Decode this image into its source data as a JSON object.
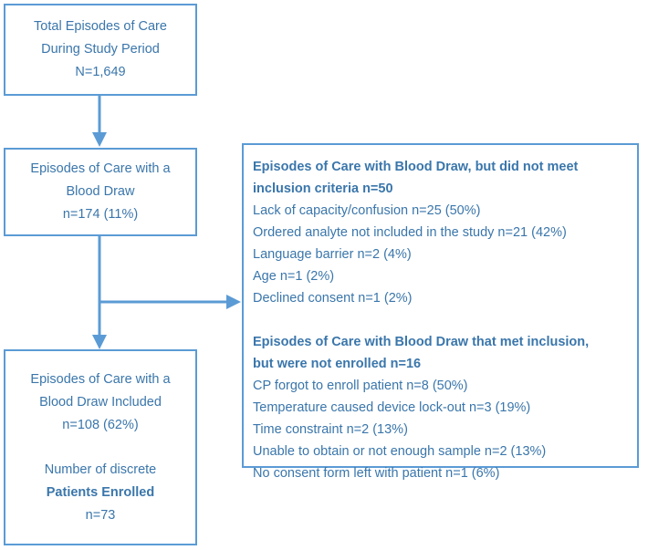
{
  "figure": {
    "type": "flowchart",
    "accent_color": "#5b9bd5",
    "text_color": "#3a76ab",
    "background": "#ffffff"
  },
  "nodes": {
    "total_episodes": {
      "lines": [
        {
          "text": "Total Episodes of Care",
          "bold_part": "Episodes of Care"
        },
        {
          "text": "During Study Period"
        },
        {
          "text": "N=1,649"
        }
      ],
      "l1_plain": "Total ",
      "l1_bold": "Episodes of Care",
      "l2": "During Study Period",
      "l3": "N=1,649"
    },
    "blood_draw": {
      "l1_bold": "Episodes of Care",
      "l1_plain": " with a",
      "l2": "Blood Draw",
      "l3": "n=174 (11%)"
    },
    "included": {
      "l1_bold": "Episodes of Care",
      "l1_plain": " with a",
      "l2": "Blood Draw Included",
      "l3": "n=108 (62%)",
      "l4": "Number of discrete",
      "l5_bold": "Patients Enrolled",
      "l6": "n=73"
    },
    "excluded": {
      "group_a": {
        "heading_line1": "Episodes of Care with Blood Draw, but did not meet",
        "heading_line2": "inclusion criteria n=50",
        "items": [
          "Lack of capacity/confusion n=25 (50%)",
          "Ordered analyte not included in the study n=21 (42%)",
          "Language barrier n=2 (4%)",
          "Age n=1 (2%)",
          "Declined consent n=1 (2%)"
        ]
      },
      "group_b": {
        "heading_line1": "Episodes of Care with Blood Draw that met inclusion,",
        "heading_line2": "but were not enrolled n=16",
        "items": [
          "CP forgot to enroll patient n=8 (50%)",
          "Temperature caused device lock-out n=3 (19%)",
          "Time constraint n=2 (13%)",
          "Unable to obtain or not enough sample n=2 (13%)",
          "No consent form left with patient n=1 (6%)"
        ]
      }
    }
  },
  "connectors": [
    {
      "name": "total-to-blooddraw",
      "direction": "down"
    },
    {
      "name": "blooddraw-to-excluded",
      "direction": "right"
    },
    {
      "name": "blooddraw-to-included",
      "direction": "down"
    }
  ]
}
